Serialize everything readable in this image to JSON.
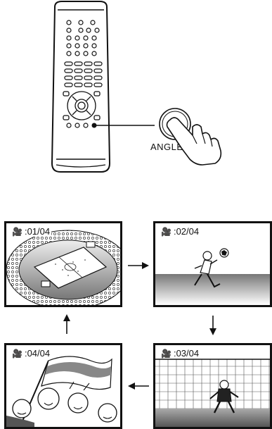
{
  "remote": {
    "button_label": "ANGLE"
  },
  "icons": {
    "camera": "camera-angle-icon",
    "hand": "pointing-hand-icon"
  },
  "frames": [
    {
      "id": "frame-1",
      "angle_text": ":01/04",
      "scene": "stadium-aerial"
    },
    {
      "id": "frame-2",
      "angle_text": ":02/04",
      "scene": "soccer-player-kicking"
    },
    {
      "id": "frame-3",
      "angle_text": ":03/04",
      "scene": "goalkeeper-at-net"
    },
    {
      "id": "frame-4",
      "angle_text": ":04/04",
      "scene": "cheering-fans"
    }
  ]
}
